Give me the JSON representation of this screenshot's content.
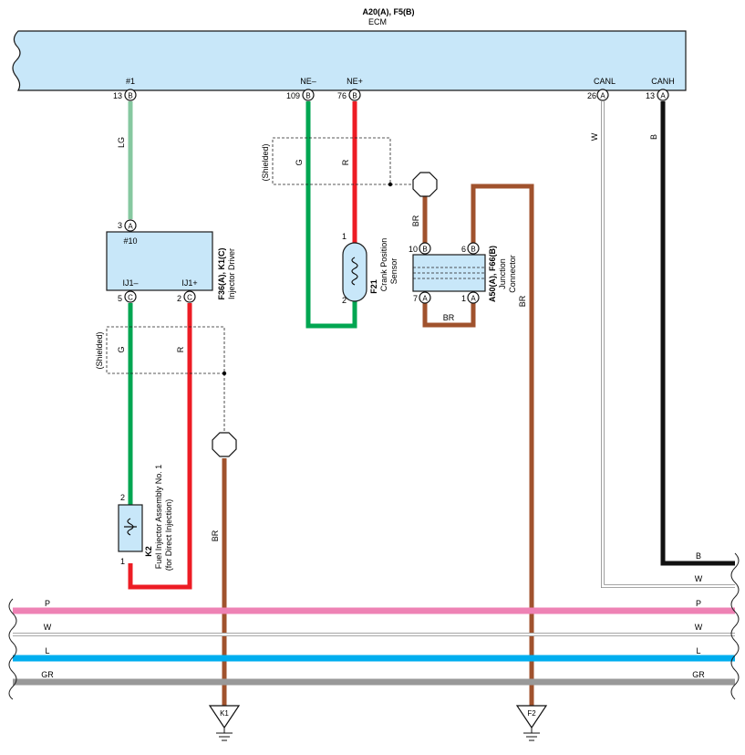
{
  "ecm": {
    "connector": "A20(A), F5(B)",
    "name": "ECM",
    "pins": [
      {
        "label": "#1",
        "num": "13",
        "conn": "B"
      },
      {
        "label": "NE–",
        "num": "109",
        "conn": "B"
      },
      {
        "label": "NE+",
        "num": "76",
        "conn": "B"
      },
      {
        "label": "CANL",
        "num": "26",
        "conn": "A"
      },
      {
        "label": "CANH",
        "num": "13",
        "conn": "A"
      }
    ]
  },
  "injector_driver": {
    "code": "F36(A), K1(C)",
    "name": "Injector Driver",
    "top_pin": {
      "label": "#10",
      "num": "3",
      "conn": "A"
    },
    "pins": [
      {
        "label": "IJ1–",
        "num": "5",
        "conn": "C"
      },
      {
        "label": "IJ1+",
        "num": "2",
        "conn": "C"
      }
    ]
  },
  "crank_sensor": {
    "code": "F21",
    "name1": "Crank Position",
    "name2": "Sensor",
    "pin1": "1",
    "pin2": "2"
  },
  "junction": {
    "code": "A50(A), F66(B)",
    "name1": "Junction",
    "name2": "Connector",
    "pins": [
      {
        "num": "10",
        "conn": "B"
      },
      {
        "num": "6",
        "conn": "B"
      },
      {
        "num": "7",
        "conn": "A"
      },
      {
        "num": "1",
        "conn": "A"
      }
    ]
  },
  "injector": {
    "code": "K2",
    "name1": "Fuel Injector Assembly No. 1",
    "name2": "(for Direct Injection)",
    "pin_top": "2",
    "pin_bot": "1"
  },
  "shielded_label": "(Shielded)",
  "wire_labels": {
    "lg": "LG",
    "g1": "G",
    "r1": "R",
    "g2": "G",
    "r2": "R",
    "br1": "BR",
    "br2": "BR",
    "br3": "BR",
    "br4": "BR",
    "w_canl": "W",
    "b_canh": "B",
    "b_right": "B",
    "w_right": "W"
  },
  "buses": [
    {
      "label": "P",
      "color": "#ee82b4"
    },
    {
      "label": "W",
      "color": "#ffffff"
    },
    {
      "label": "L",
      "color": "#00aeef"
    },
    {
      "label": "GR",
      "color": "#999999"
    }
  ],
  "grounds": [
    "K1",
    "F2"
  ],
  "colors": {
    "ecm_fill": "#c8e7f9",
    "lg": "#86c8a0",
    "g": "#00a651",
    "r": "#ed1c24",
    "br": "#a0522d",
    "b": "#111111"
  }
}
